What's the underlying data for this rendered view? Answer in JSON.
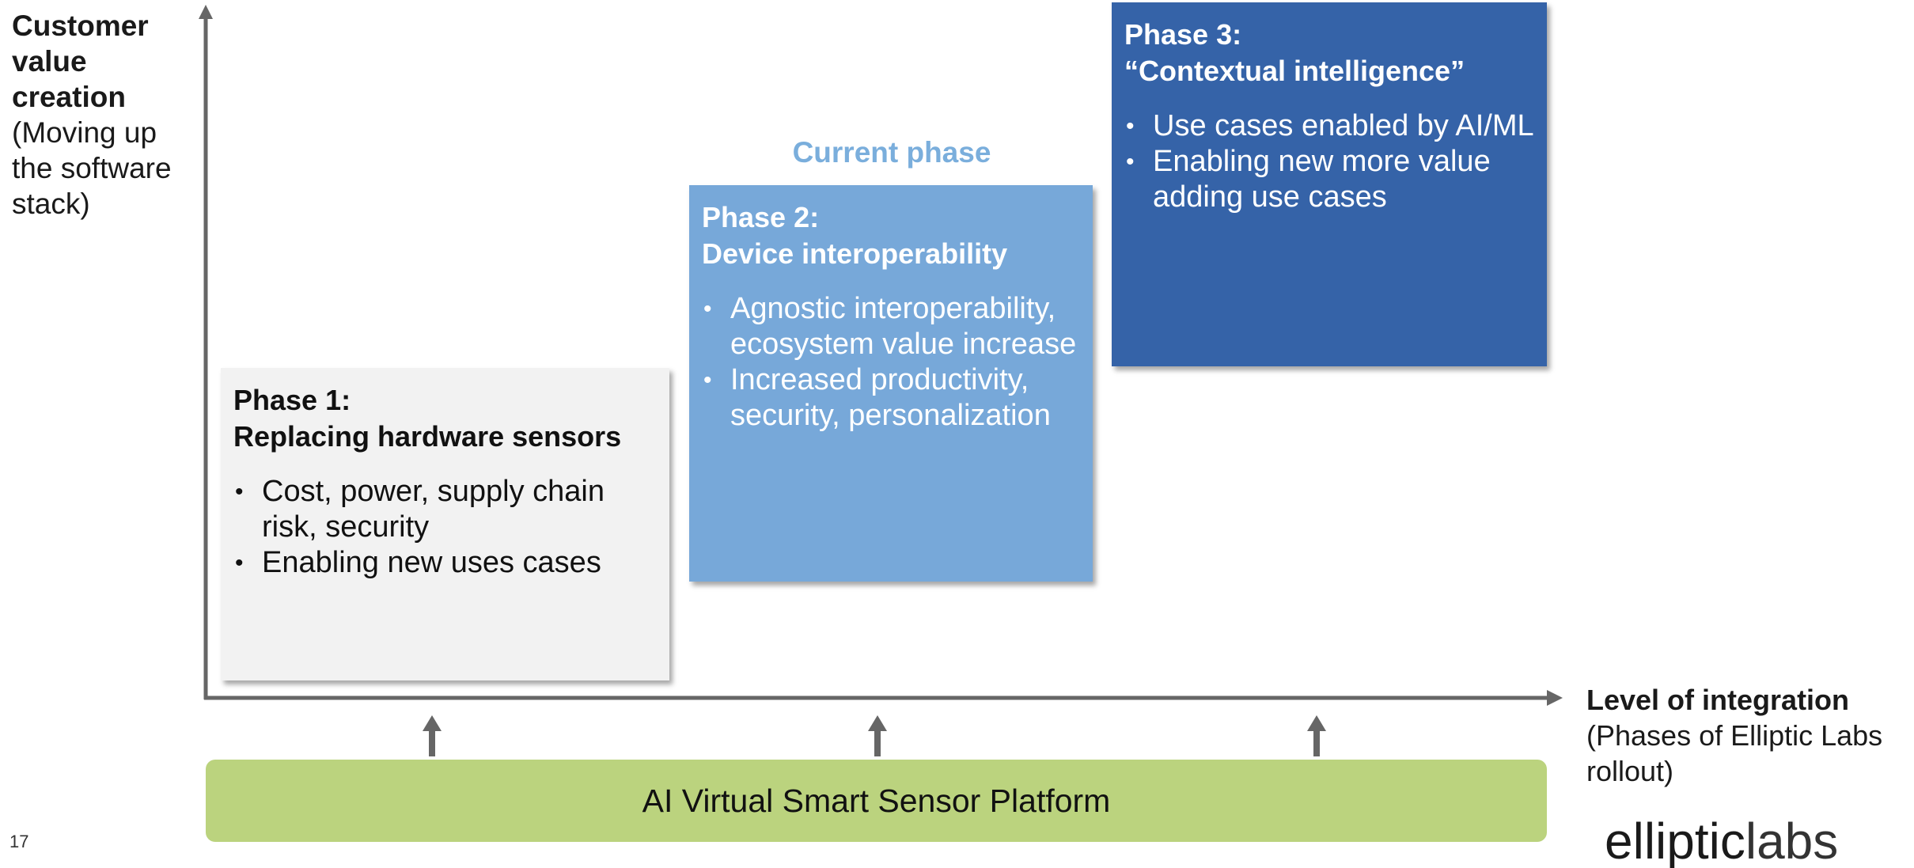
{
  "y_axis": {
    "label_bold": "Customer value creation",
    "label_light": "(Moving up the software stack)"
  },
  "x_axis": {
    "label_bold": "Level of integration",
    "label_light": "(Phases of Elliptic Labs rollout)"
  },
  "current_phase_label": "Current phase",
  "phases": [
    {
      "title_line1": "Phase 1:",
      "title_line2": "Replacing hardware sensors",
      "bullets": [
        "Cost, power, supply chain risk, security",
        "Enabling new uses cases"
      ],
      "color": "#f2f2f2"
    },
    {
      "title_line1": "Phase 2:",
      "title_line2": "Device interoperability",
      "bullets": [
        "Agnostic interoperability, ecosystem value increase",
        "Increased productivity, security, personalization"
      ],
      "color": "#77a8d9"
    },
    {
      "title_line1": "Phase 3:",
      "title_line2": "“Contextual intelligence”",
      "bullets": [
        "Use cases enabled by AI/ML",
        "Enabling new more value adding use cases"
      ],
      "color": "#3563a8"
    }
  ],
  "platform": {
    "label": "AI Virtual Smart Sensor Platform",
    "color": "#bbd37e"
  },
  "page_number": "17",
  "logo": {
    "part1": "elliptic",
    "part2": "labs"
  }
}
